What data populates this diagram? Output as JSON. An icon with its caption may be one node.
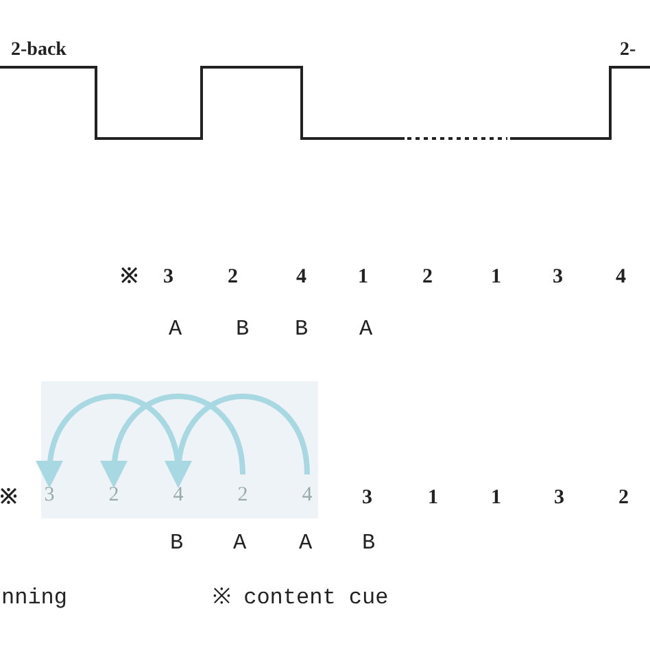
{
  "diagram": {
    "nodes": [
      {
        "text": [
          "3"
        ]
      },
      {
        "text": [
          "2"
        ]
      },
      {
        "text": [
          "4"
        ]
      },
      {
        "text": [
          "2"
        ]
      },
      {
        "text": [
          "4"
        ]
      }
    ],
    "edges": [
      {
        "from": 2,
        "to": 0,
        "arrow": "to",
        "color": "#a8d8e2"
      },
      {
        "from": 3,
        "to": 1,
        "arrow": "to",
        "color": "#a8d8e2"
      },
      {
        "from": 4,
        "to": 2,
        "arrow": "to",
        "color": "#a8d8e2"
      }
    ],
    "labels": [
      "2-back",
      "2-",
      "※",
      "3",
      "2",
      "4",
      "1",
      "2",
      "1",
      "3",
      "4",
      "A",
      "B",
      "B",
      "A",
      "※",
      "3",
      "1",
      "1",
      "3",
      "2",
      "B",
      "A",
      "A",
      "B",
      "nning",
      "※ content cue"
    ]
  }
}
